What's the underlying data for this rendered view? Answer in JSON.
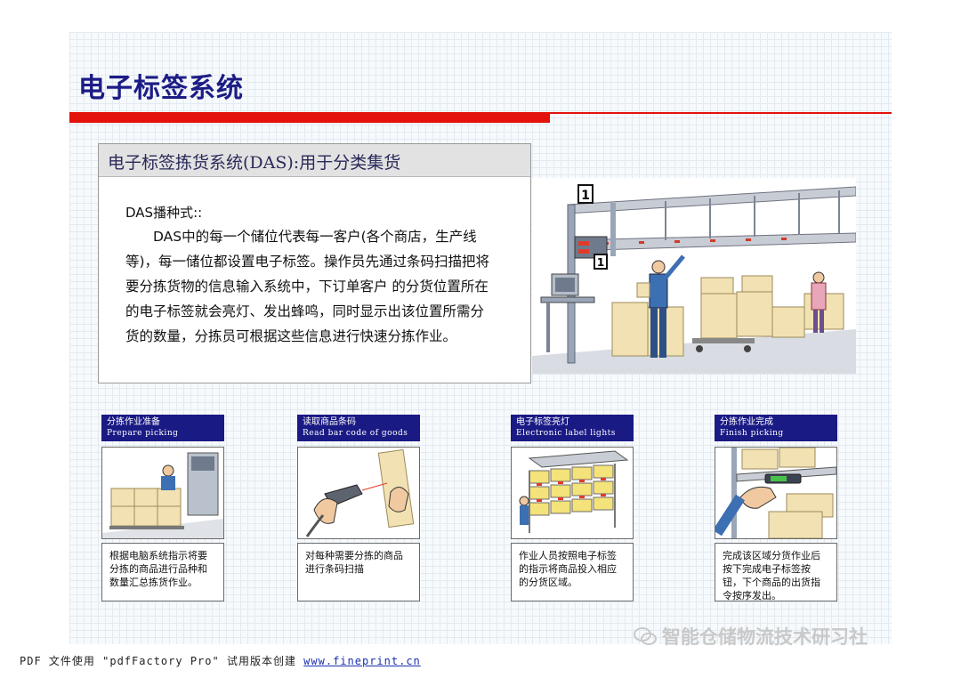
{
  "title": "电子标签系统",
  "panel": {
    "heading": "电子标签拣货系统(DAS):用于分类集货",
    "subheading": "DAS播种式::",
    "body": "DAS中的每一个储位代表每一客户(各个商店，生产线等)，每一储位都设置电子标签。操作员先通过条码扫描把将要分拣货物的信息输入系统中，下订单客户 的分货位置所在的电子标签就会亮灯、发出蜂鸣，同时显示出该位置所需分货的数量，分拣员可根据这些信息进行快速分拣作业。"
  },
  "scene": {
    "sign_top": "1",
    "sign_mid": "1"
  },
  "steps": [
    {
      "zh": "分拣作业准备",
      "en": "Prepare picking",
      "desc": "根据电脑系统指示将要分拣的商品进行品种和数量汇总拣货作业。"
    },
    {
      "zh": "读取商品条码",
      "en": "Read bar code of goods",
      "desc": "对每种需要分拣的商品进行条码扫描"
    },
    {
      "zh": "电子标签亮灯",
      "en": "Electronic label lights",
      "desc": "作业人员按照电子标签的指示将商品投入相应的分货区域。"
    },
    {
      "zh": "分拣作业完成",
      "en": "Finish picking",
      "desc": "完成该区域分货作业后按下完成电子标签按钮，下个商品的出货指令按序发出。"
    }
  ],
  "footer": {
    "prefix": "PDF 文件使用 \"pdfFactory Pro\" 试用版本创建 ",
    "link": "www.fineprint.cn"
  },
  "watermark": {
    "text": "智能仓储物流技术研习社"
  },
  "colors": {
    "title": "#1c1c86",
    "accent_red": "#e3120b",
    "step_header": "#1a1a85"
  }
}
